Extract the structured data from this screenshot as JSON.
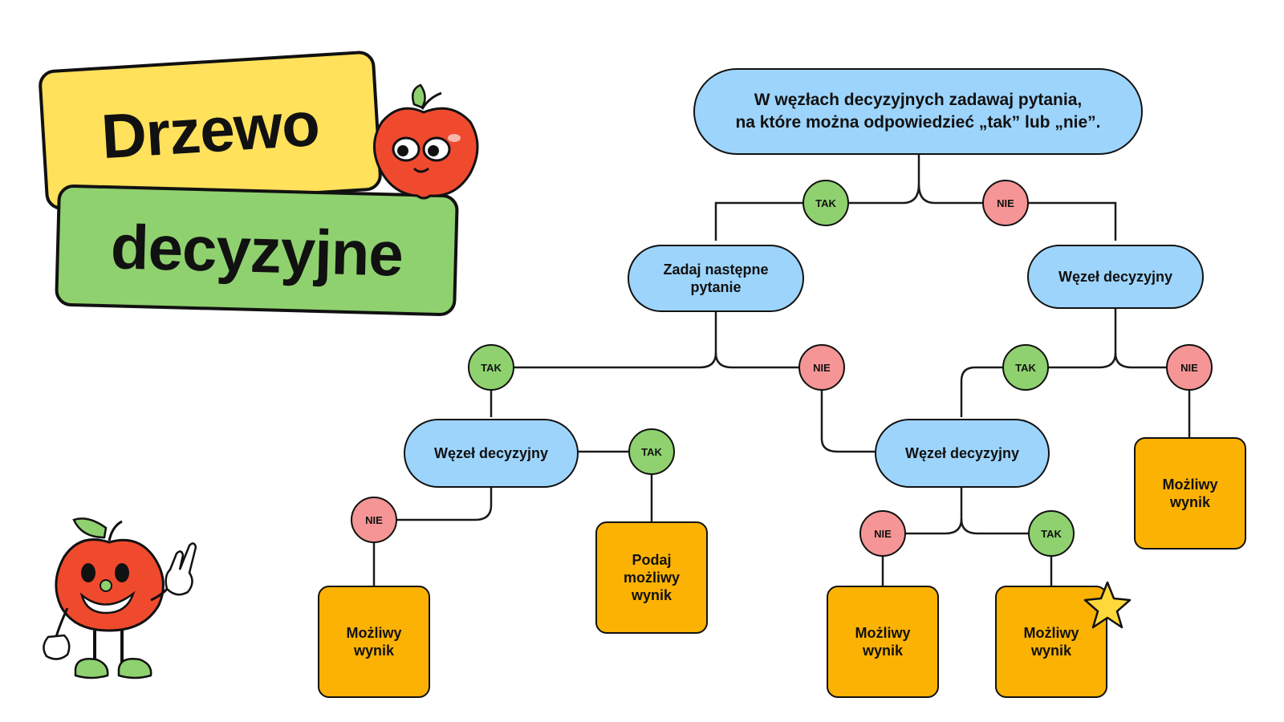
{
  "title": {
    "line1": "Drzewo",
    "line2": "decyzyjne"
  },
  "root_question": {
    "line1": "W węzłach decyzyjnych zadawaj pytania,",
    "line2": "na które można odpowiedzieć „tak” lub „nie”."
  },
  "nodes": {
    "ask_next": "Zadaj następne pytanie",
    "decision_node": "Węzeł decyzyjny",
    "give_result": "Podaj możliwy wynik",
    "possible_result": "Możliwy wynik"
  },
  "badges": {
    "yes": "TAK",
    "no": "NIE"
  },
  "colors": {
    "question_fill": "#9DD4FB",
    "outcome_fill": "#FBB203",
    "yes_fill": "#8FD16F",
    "no_fill": "#F59595",
    "title_yellow": "#FFE15B",
    "title_green": "#8FD16F"
  },
  "decorations": [
    "apple-mascot-icon",
    "apple-character-icon",
    "star-icon"
  ]
}
